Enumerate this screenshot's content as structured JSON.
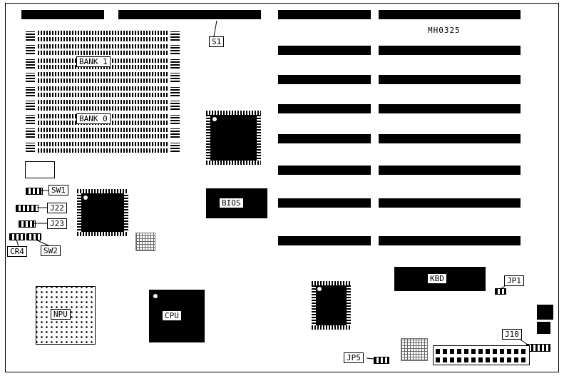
{
  "diagram": {
    "part_number": "MH0325",
    "labels": {
      "s1": "S1",
      "bank1": "BANK 1",
      "bank0": "BANK 0",
      "sw1": "SW1",
      "j22": "J22",
      "j23": "J23",
      "cr4": "CR4",
      "sw2": "SW2",
      "bios": "BIOS",
      "npu": "NPU",
      "cpu": "CPU",
      "kbd": "KBD",
      "jp1": "JP1",
      "j10": "J10",
      "jp5": "JP5"
    },
    "colors": {
      "component": "#000000",
      "background": "#ffffff",
      "outline": "#000000"
    }
  }
}
